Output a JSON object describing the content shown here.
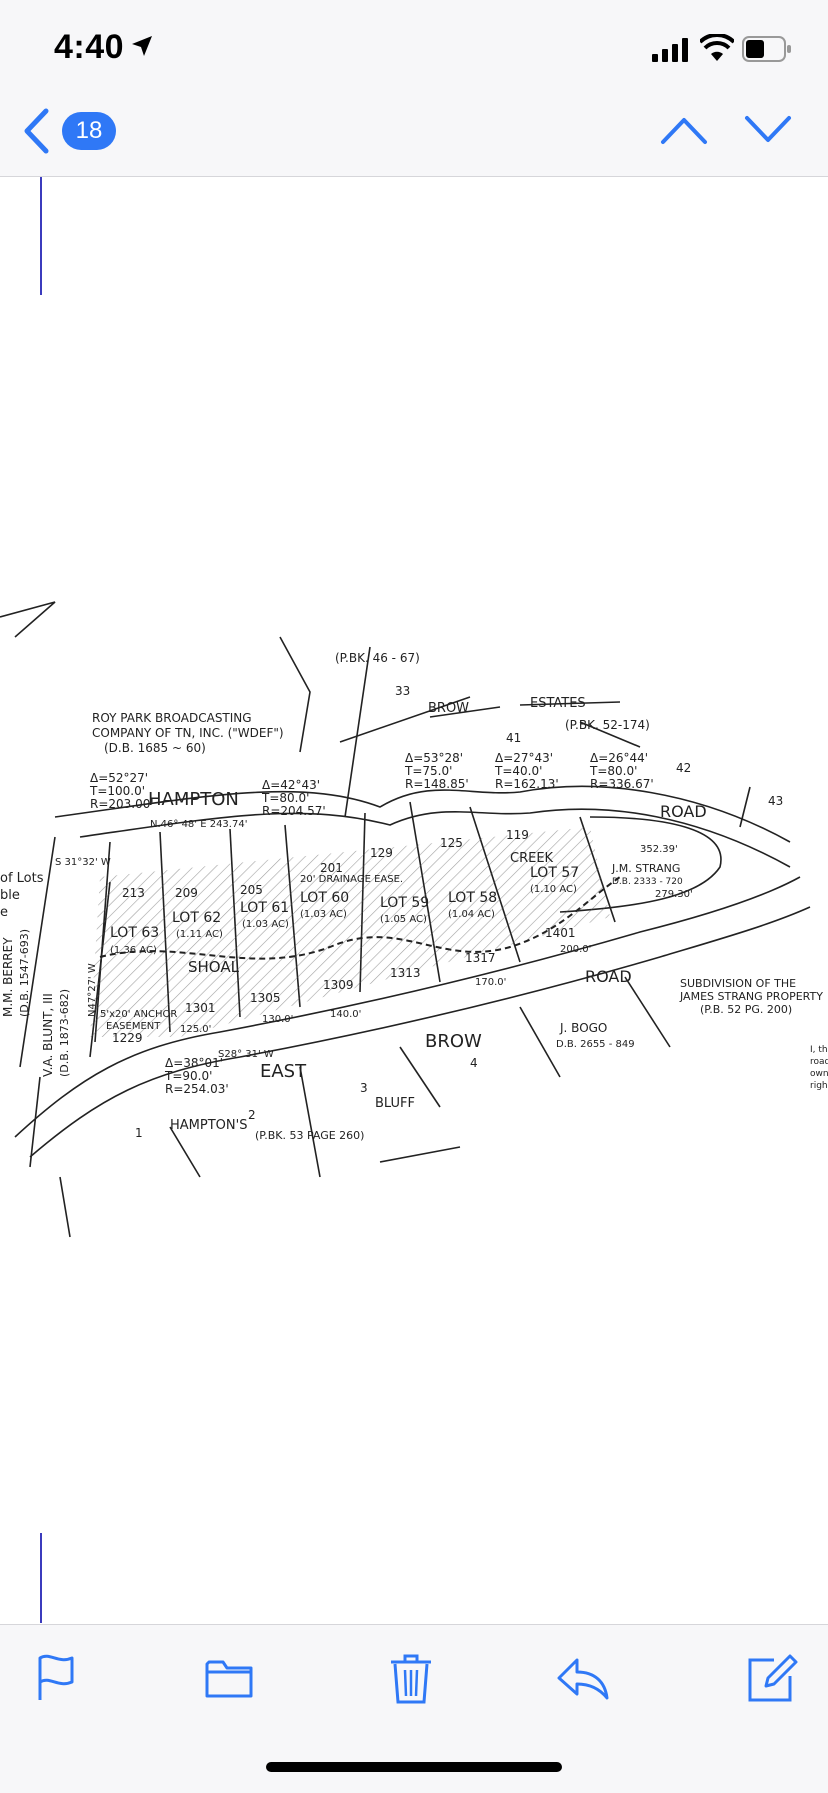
{
  "status_bar": {
    "time": "4:40"
  },
  "nav": {
    "unread_count": "18"
  },
  "plat": {
    "labels": {
      "roy_park_1": "ROY PARK BROADCASTING",
      "roy_park_2": "COMPANY OF TN, INC. (\"WDEF\")",
      "roy_park_3": "(D.B. 1685 ~ 60)",
      "pbk_top": "(P.BK. 46 - 67)",
      "brow": "BROW",
      "estates": "ESTATES",
      "pbk_52": "(P.BK. 52-174)",
      "lot41": "41",
      "lot42": "42",
      "lot43": "43",
      "lot33": "33",
      "hampton": "HAMPTON",
      "road_top": "ROAD",
      "curve_left_1": "Δ=52°27'",
      "curve_left_2": "T=100.0'",
      "curve_left_3": "R=203.00'",
      "curve_a_1": "Δ=42°43'",
      "curve_a_2": "T=80.0'",
      "curve_a_3": "R=204.57'",
      "curve_b_1": "Δ=53°28'",
      "curve_b_2": "T=75.0'",
      "curve_b_3": "R=148.85'",
      "curve_c_1": "Δ=27°43'",
      "curve_c_2": "T=40.0'",
      "curve_c_3": "R=162.13'",
      "curve_d_1": "Δ=26°44'",
      "curve_d_2": "T=80.0'",
      "curve_d_3": "R=336.67'",
      "bearing_top": "N.46° 48' E 243.74'",
      "lot63": "LOT 63",
      "lot63_ac": "(1.36 AC)",
      "lot62": "LOT 62",
      "lot62_ac": "(1.11 AC)",
      "lot61": "LOT 61",
      "lot61_ac": "(1.03 AC)",
      "lot60": "LOT 60",
      "lot60_ac": "(1.03 AC)",
      "lot59": "LOT 59",
      "lot59_ac": "(1.05 AC)",
      "lot58": "LOT 58",
      "lot58_ac": "(1.04 AC)",
      "lot57": "LOT 57",
      "lot57_ac": "(1.10 AC)",
      "shoal": "SHOAL",
      "creek": "CREEK",
      "drainage": "20' DRAINAGE EASE.",
      "anchor_1": "5'x20' ANCHOR",
      "anchor_2": "EASEMENT",
      "num_213": "213",
      "num_209": "209",
      "num_205": "205",
      "num_201": "201",
      "num_129": "129",
      "num_125": "125",
      "num_119": "119",
      "num_1229": "1229",
      "num_1301": "1301",
      "num_1305": "1305",
      "num_1309": "1309",
      "num_1313": "1313",
      "num_1317": "1317",
      "num_1401": "1401",
      "east": "EAST",
      "brow_bottom": "BROW",
      "road_bottom": "ROAD",
      "bluff": "BLUFF",
      "hamptons": "HAMPTON'S",
      "pbk53": "(P.BK. 53  PAGE 260)",
      "bearing_bottom": "S28° 31' W",
      "curve_bottom_1": "Δ=38°01'",
      "curve_bottom_2": "T=90.0'",
      "curve_bottom_3": "R=254.03'",
      "bogo_1": "J. BOGO",
      "bogo_2": "D.B. 2655 - 849",
      "strang_1": "J.M. STRANG",
      "strang_2": "D.B. 2333 - 720",
      "sub_1": "SUBDIVISION OF THE",
      "sub_2": "JAMES STRANG PROPERTY",
      "sub_3": "(P.B. 52 PG. 200)",
      "berrey_1": "M.M. BERREY",
      "berrey_2": "(D.B. 1547-693)",
      "blunt_1": "V.A. BLUNT, III",
      "blunt_2": "(D.B. 1873-682)",
      "of_lots": "of Lots",
      "ble": "ble",
      "e": "e",
      "bearing_left": "S 31°32' W",
      "bearing_n47": "N47°27' W",
      "lot1": "1",
      "lot2": "2",
      "lot3": "3",
      "lot4": "4",
      "dim_140": "140.0'",
      "dim_125": "125.0'",
      "dim_130": "130.0'",
      "dim_170": "170.0'",
      "dim_200": "200.0'",
      "dim_352": "352.39'",
      "dim_279": "279.30'",
      "side_i_th": "I, th",
      "side_road": "road",
      "side_own": "own",
      "side_righ": "righ"
    }
  },
  "toolbar": {
    "flag_icon": "flag-icon",
    "folder_icon": "folder-icon",
    "trash_icon": "trash-icon",
    "reply_icon": "reply-icon",
    "compose_icon": "compose-icon"
  }
}
